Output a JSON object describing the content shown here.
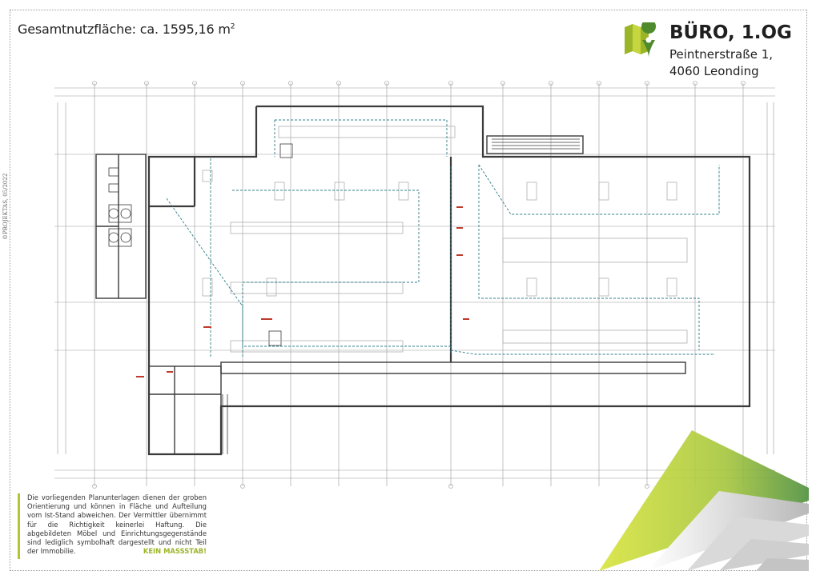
{
  "header": {
    "area_text": "Gesamtnutzfläche: ca. 1595,16 m",
    "area_unit_sup": "2",
    "title": "BÜRO, 1.OG",
    "address_line1": "Peintnerstraße 1,",
    "address_line2": "4060 Leonding"
  },
  "side": {
    "copyright": "©PROJEKTAS, 05/2022"
  },
  "footer": {
    "disclaimer": "Die vorliegenden Planunterlagen dienen der groben Orientierung und können in Fläche und Aufteilung vom Ist-Stand abweichen. Der Vermittler übernimmt für die Richtigkeit keinerlei Haftung. Die abgebildeten Möbel und Einrichtungsgegenstände sind lediglich symbolhaft dargestellt und nicht Teil der Immobilie.",
    "no_scale": "KEIN MASSSTAB!"
  },
  "colors": {
    "brand_green": "#9bb528",
    "brand_green_dark": "#4f8a2c",
    "plan_line": "#3a3a3a",
    "plan_dashed": "#2f7d88",
    "plan_red": "#c0392b"
  }
}
